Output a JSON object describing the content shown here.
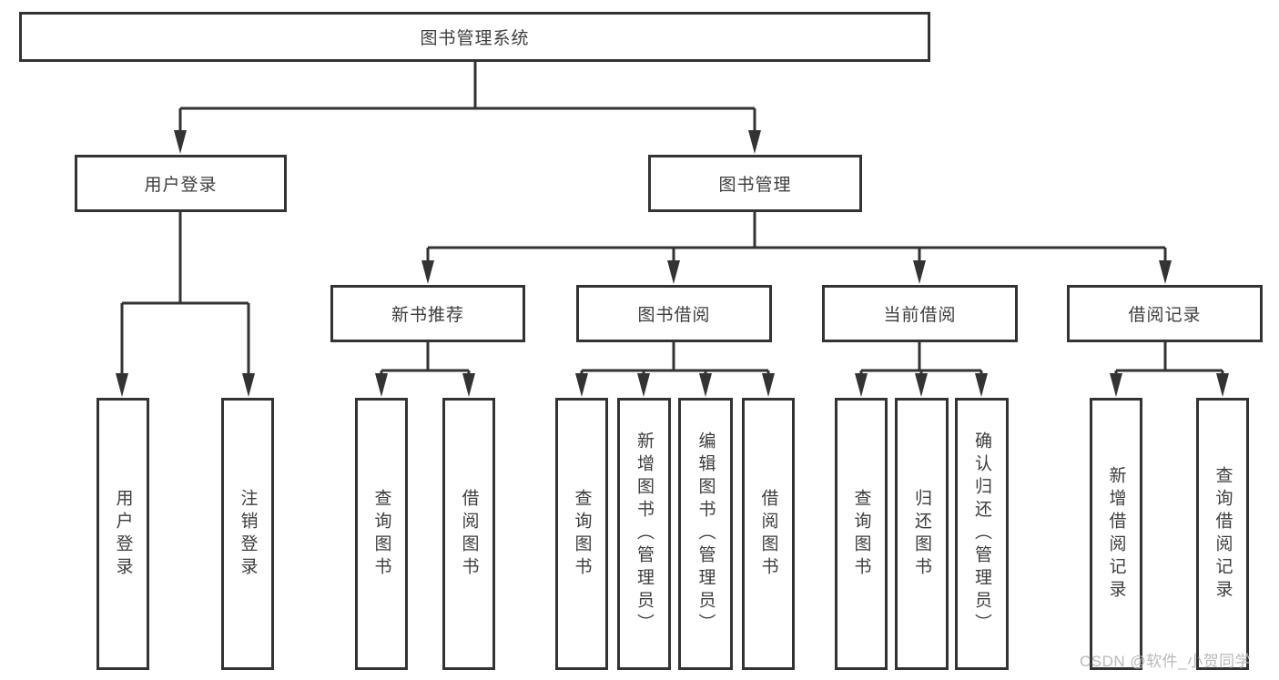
{
  "diagram": {
    "title": "图书管理系统",
    "type": "hierarchy-tree"
  },
  "root": {
    "label": "图书管理系统"
  },
  "level2": [
    {
      "label": "用户登录"
    },
    {
      "label": "图书管理"
    }
  ],
  "level3": [
    {
      "label": "新书推荐"
    },
    {
      "label": "图书借阅"
    },
    {
      "label": "当前借阅"
    },
    {
      "label": "借阅记录"
    }
  ],
  "leaves": [
    {
      "label": "用户登录",
      "parent": "用户登录"
    },
    {
      "label": "注销登录",
      "parent": "用户登录"
    },
    {
      "label": "查询图书",
      "parent": "新书推荐"
    },
    {
      "label": "借阅图书",
      "parent": "新书推荐"
    },
    {
      "label": "查询图书",
      "parent": "图书借阅"
    },
    {
      "label": "新增图书（管理员）",
      "parent": "图书借阅"
    },
    {
      "label": "编辑图书（管理员）",
      "parent": "图书借阅"
    },
    {
      "label": "借阅图书",
      "parent": "图书借阅"
    },
    {
      "label": "查询图书",
      "parent": "当前借阅"
    },
    {
      "label": "归还图书",
      "parent": "当前借阅"
    },
    {
      "label": "确认归还（管理员）",
      "parent": "当前借阅"
    },
    {
      "label": "新增借阅记录",
      "parent": "借阅记录"
    },
    {
      "label": "查询借阅记录",
      "parent": "借阅记录"
    }
  ],
  "watermark": {
    "text": "CSDN @软件_小贺同学",
    "color": "#b9b9b9"
  },
  "colors": {
    "line": "#333333",
    "box_border": "#333333",
    "text": "#3d3d3d",
    "background": "#ffffff"
  }
}
